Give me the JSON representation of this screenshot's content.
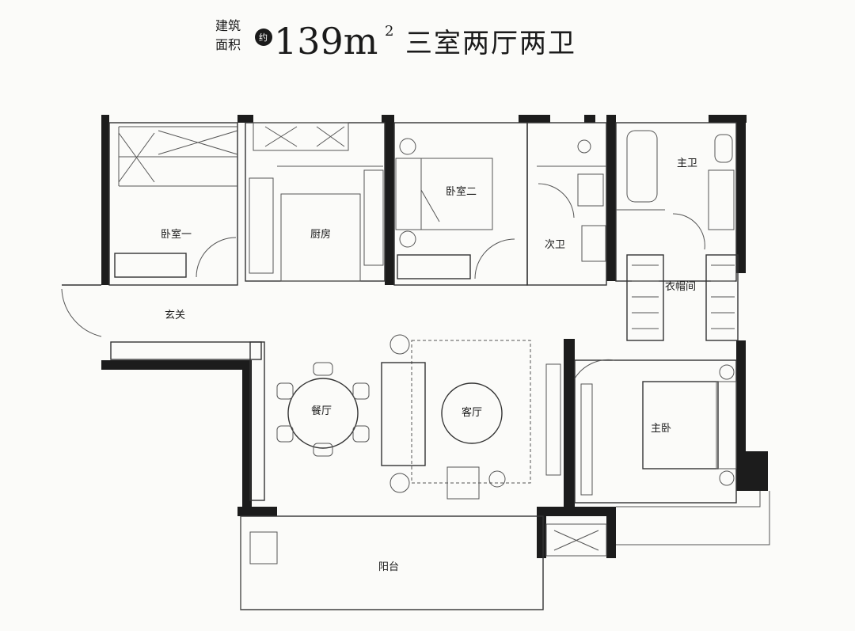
{
  "header": {
    "area_label_top": "建筑",
    "area_label_bottom": "面积",
    "approx": "约",
    "area_value": "139m",
    "area_unit_sup": "2",
    "layout": "三室两厅两卫"
  },
  "rooms": {
    "bedroom1": "卧室一",
    "kitchen": "厨房",
    "bedroom2": "卧室二",
    "second_bath": "次卫",
    "master_bath": "主卫",
    "closet": "衣帽间",
    "entrance": "玄关",
    "dining": "餐厅",
    "living": "客厅",
    "master_bedroom": "主卧",
    "balcony": "阳台"
  }
}
